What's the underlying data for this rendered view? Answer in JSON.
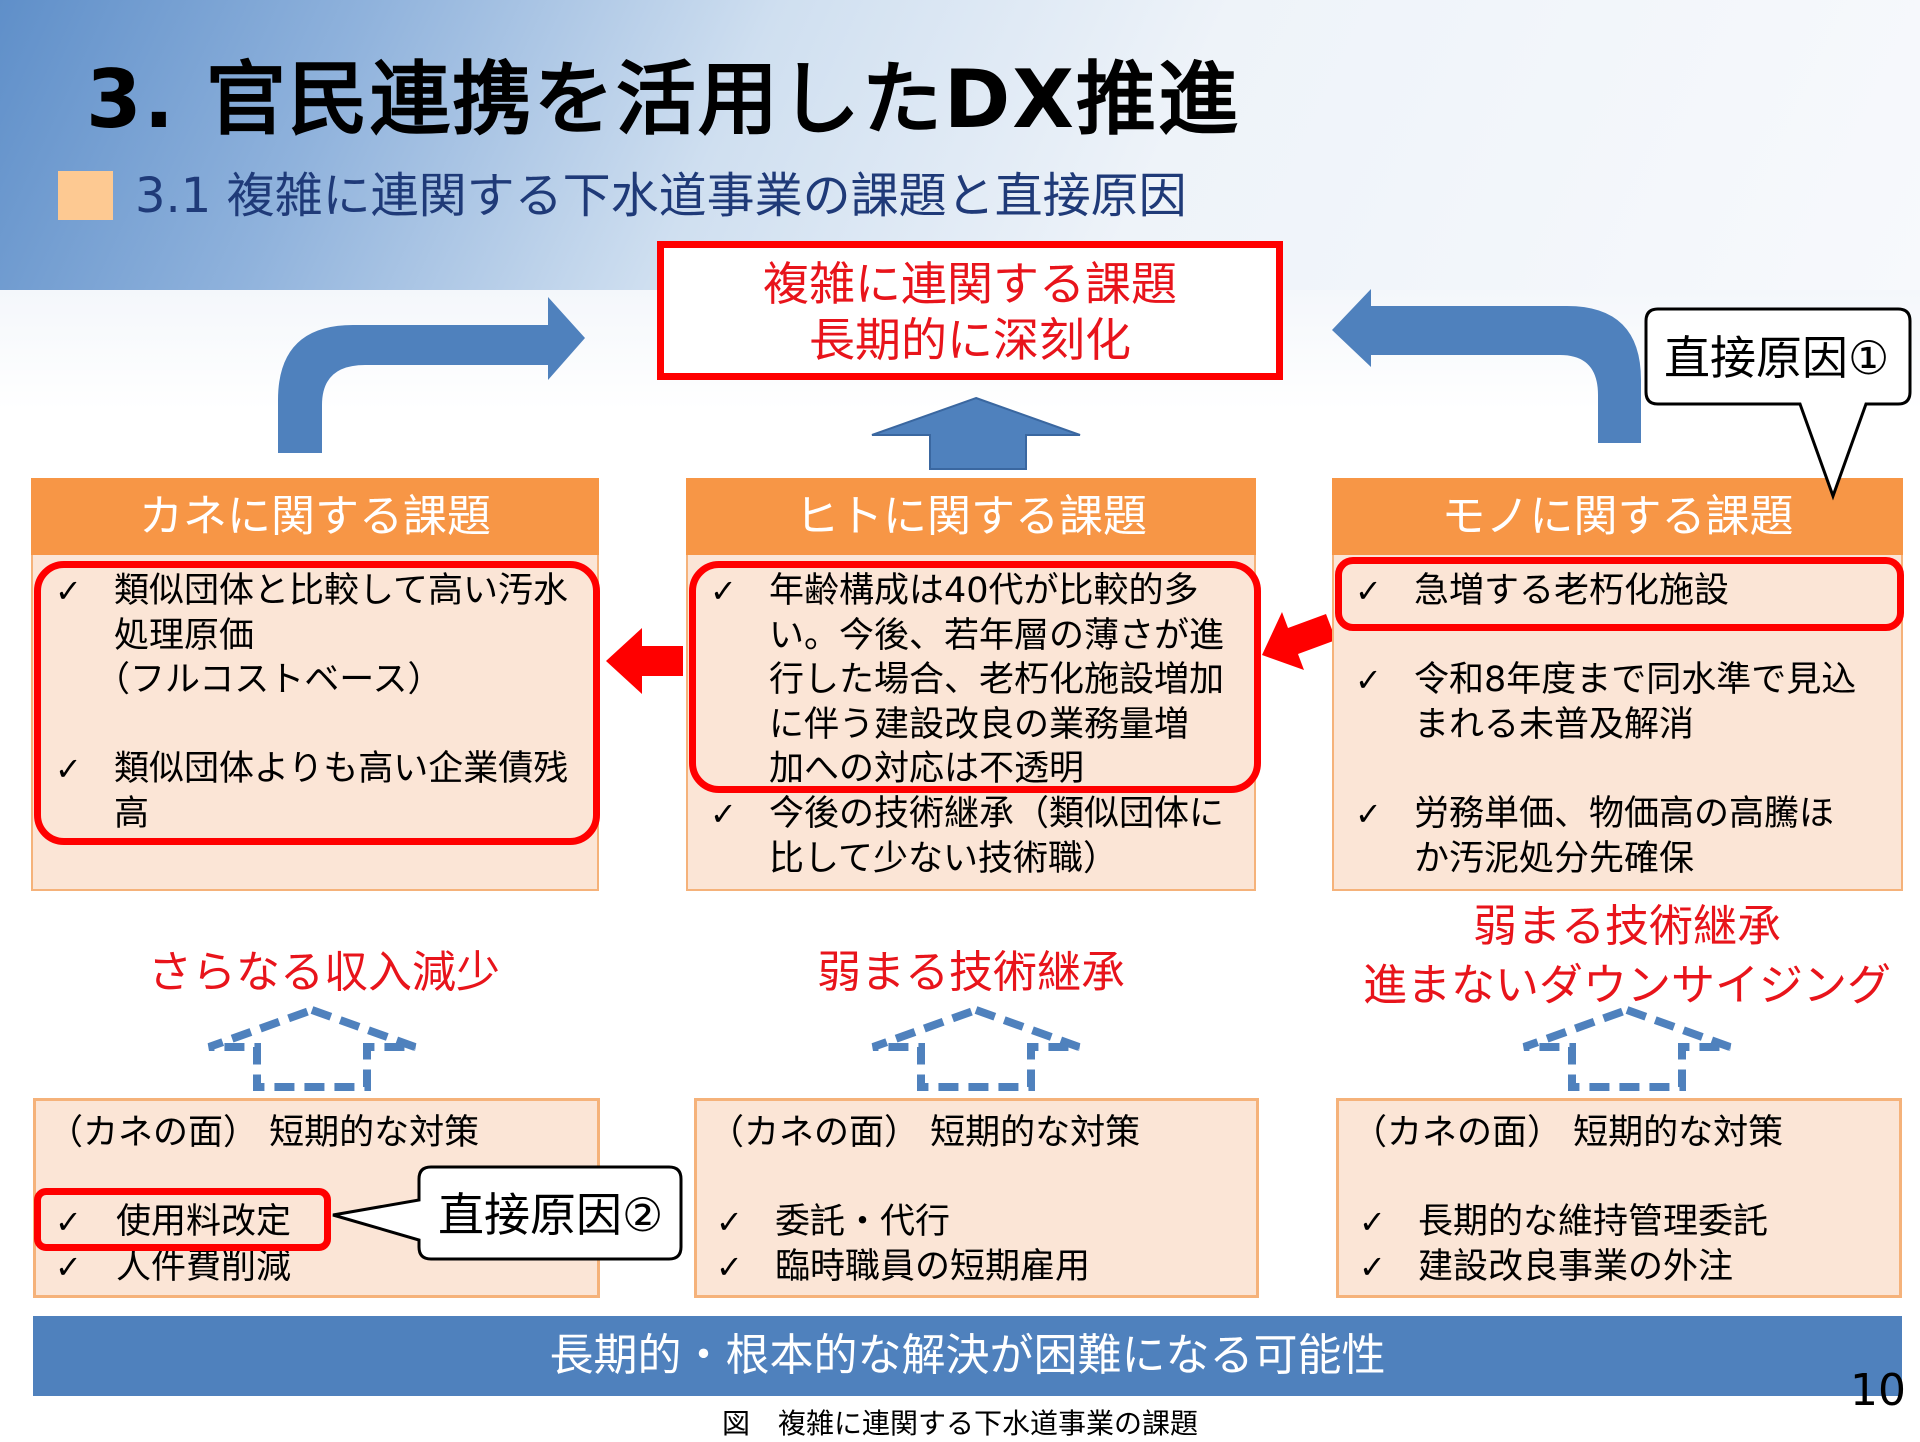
{
  "title": "3. 官民連携を活用したDX推進",
  "subtitle": "3.1 複雑に連関する下水道事業の課題と直接原因",
  "central": {
    "line1": "複雑に連関する課題",
    "line2": "長期的に深刻化"
  },
  "callouts": {
    "cause1": "直接原因①",
    "cause2": "直接原因②"
  },
  "check": "✓",
  "columns": [
    {
      "header": "カネに関する課題",
      "lines": [
        "類似団体と比較して高い汚水",
        "処理原価",
        "（フルコストベース）",
        "類似団体よりも高い企業債残",
        "高"
      ],
      "result": [
        "さらなる収入減少"
      ],
      "measures": {
        "heading": "（カネの面） 短期的な対策",
        "items": [
          "使用料改定",
          "人件費削減"
        ]
      }
    },
    {
      "header": "ヒトに関する課題",
      "lines": [
        "年齢構成は40代が比較的多",
        "い。今後、若年層の薄さが進",
        "行した場合、老朽化施設増加",
        "に伴う建設改良の業務量増",
        "加への対応は不透明",
        "今後の技術継承（類似団体に",
        "比して少ない技術職）"
      ],
      "result": [
        "弱まる技術継承"
      ],
      "measures": {
        "heading": "（カネの面） 短期的な対策",
        "items": [
          "委託・代行",
          "臨時職員の短期雇用"
        ]
      }
    },
    {
      "header": "モノに関する課題",
      "lines": [
        "急増する老朽化施設",
        "令和8年度まで同水準で見込",
        "まれる未普及解消",
        "労務単価、物価高の高騰ほ",
        "か汚泥処分先確保"
      ],
      "result": [
        "弱まる技術継承",
        "進まないダウンサイジング"
      ],
      "measures": {
        "heading": "（カネの面） 短期的な対策",
        "items": [
          "長期的な維持管理委託",
          "建設改良事業の外注"
        ]
      }
    }
  ],
  "bottom_bar": "長期的・根本的な解決が困難になる可能性",
  "page_number": "10",
  "caption": "図　複雑に連関する下水道事業の課題",
  "colors": {
    "orange": "#f79646",
    "peach": "#fbe5d6",
    "blue": "#4f81bd",
    "red": "#ff0000"
  }
}
